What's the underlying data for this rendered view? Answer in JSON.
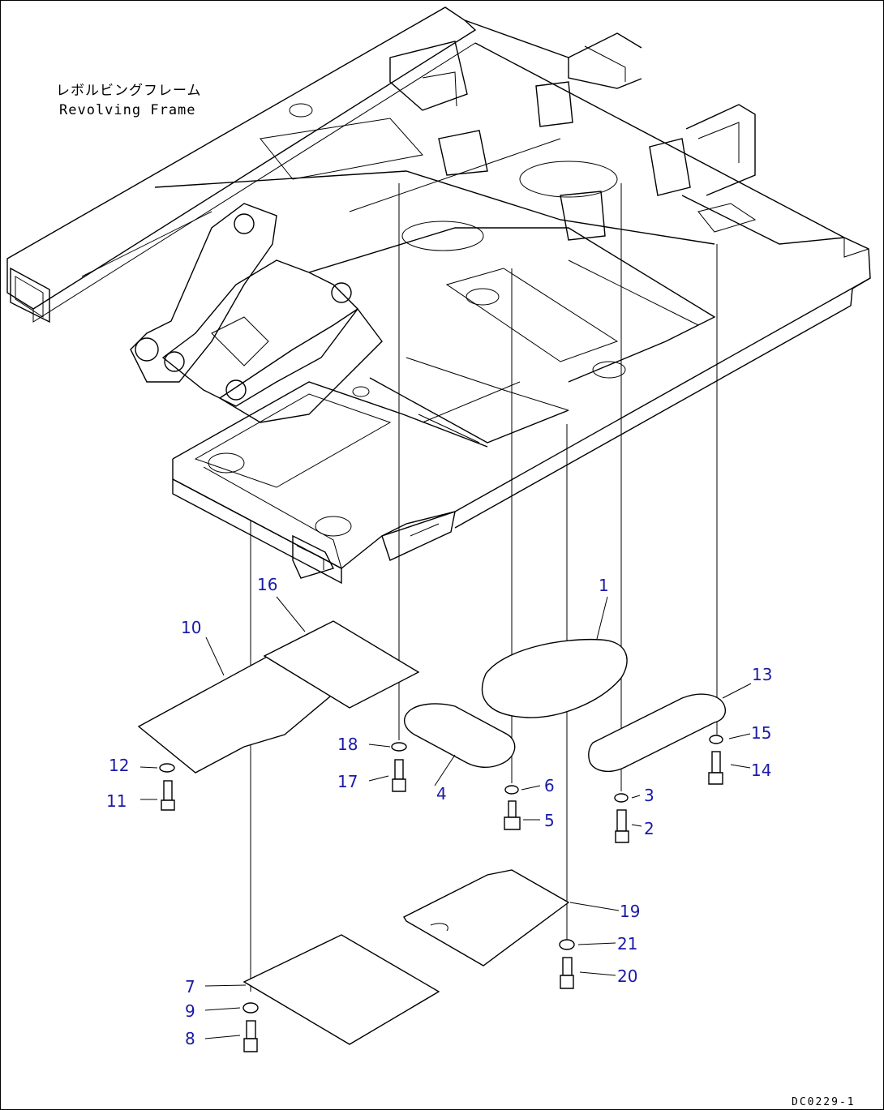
{
  "frame_label": {
    "japanese": "レボルビングフレーム",
    "english": "Revolving Frame"
  },
  "drawing_code": "DC0229-1",
  "colors": {
    "callout": "#1a1aa8",
    "line": "#000000",
    "background": "#ffffff"
  },
  "callouts": [
    "1",
    "2",
    "3",
    "4",
    "5",
    "6",
    "7",
    "8",
    "9",
    "10",
    "11",
    "12",
    "13",
    "14",
    "15",
    "16",
    "17",
    "18",
    "19",
    "20",
    "21"
  ]
}
